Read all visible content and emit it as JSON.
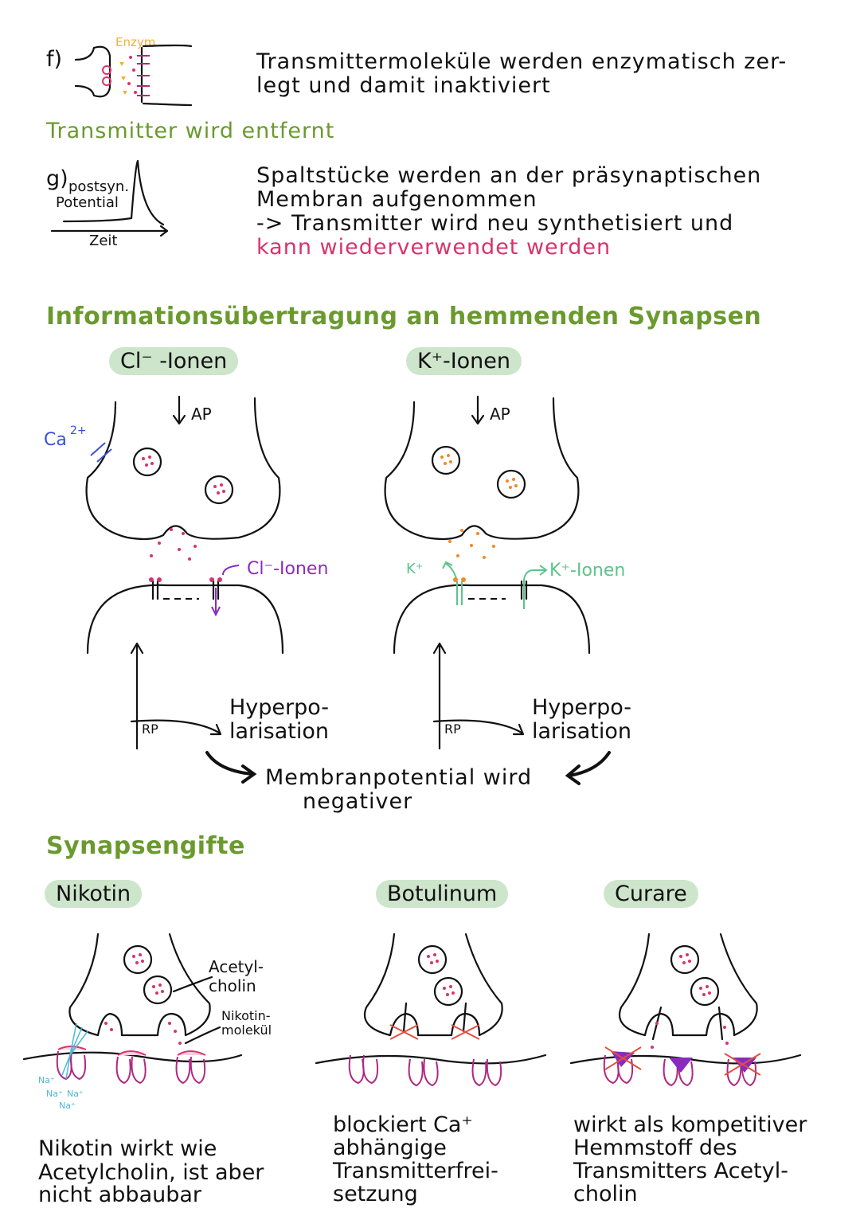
{
  "step_f": {
    "label": "f)",
    "enzyme_label": "Enzym",
    "text_line1": "Transmittermoleküle werden enzymatisch zer-",
    "text_line2": "legt und damit inaktiviert",
    "note": "Transmitter wird entfernt"
  },
  "step_g": {
    "label": "g)",
    "graph_label_1": "postsyn.",
    "graph_label_2": "Potential",
    "graph_xlabel": "Zeit",
    "text_line1": "Spaltstücke werden an der präsynaptischen",
    "text_line2": "Membran aufgenommen",
    "text_line3": "-> Transmitter wird neu synthetisiert und",
    "text_line4": "kann wiederverwendet werden"
  },
  "inhibitory": {
    "heading": "Informationsübertragung an hemmenden Synapsen",
    "left": {
      "pill": "Cl⁻ -Ionen",
      "ap": "AP",
      "ca": "Ca",
      "ca_sup": "2+",
      "ion_label": "Cl⁻-Ionen",
      "rp": "RP",
      "hyper_1": "Hyperpo-",
      "hyper_2": "larisation"
    },
    "right": {
      "pill": "K⁺-Ionen",
      "ap": "AP",
      "k_small": "K⁺",
      "ion_label": "K⁺-Ionen",
      "rp": "RP",
      "hyper_1": "Hyperpo-",
      "hyper_2": "larisation"
    },
    "conclusion_1": "Membranpotential wird",
    "conclusion_2": "negativer"
  },
  "poisons": {
    "heading": "Synapsengifte",
    "nikotin": {
      "pill": "Nikotin",
      "label_ach_1": "Acetyl-",
      "label_ach_2": "cholin",
      "label_nik_1": "Nikotin-",
      "label_nik_2": "molekül",
      "na_1": "Na⁺",
      "na_2": "Na⁺",
      "na_3": "Na⁺",
      "na_4": "Na⁺",
      "desc_1": "Nikotin wirkt wie",
      "desc_2": "Acetylcholin, ist aber",
      "desc_3": "nicht abbaubar"
    },
    "botulinum": {
      "pill": "Botulinum",
      "desc_1": "blockiert Ca⁺",
      "desc_2": "abhängige",
      "desc_3": "Transmitterfrei-",
      "desc_4": "setzung"
    },
    "curare": {
      "pill": "Curare",
      "desc_1": "wirkt als kompetitiver",
      "desc_2": "Hemmstoff des",
      "desc_3": "Transmitters Acetyl-",
      "desc_4": "cholin"
    }
  },
  "colors": {
    "green_heading": "#6a9a2e",
    "pill_bg": "#cde5cb",
    "pink": "#d8336a",
    "enzyme_yellow": "#f2b233",
    "orange": "#f08a24",
    "purple": "#8a2bbf",
    "light_green": "#5cc48a",
    "blue": "#3b4fd6",
    "cyan": "#48b8d8",
    "magenta": "#b0287f"
  }
}
